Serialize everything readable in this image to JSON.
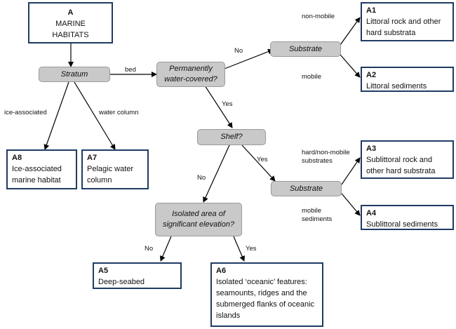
{
  "habitats": {
    "A": {
      "code": "A",
      "label": "MARINE HABITATS"
    },
    "A1": {
      "code": "A1",
      "label": "Littoral rock and other hard substrata"
    },
    "A2": {
      "code": "A2",
      "label": "Littoral sediments"
    },
    "A3": {
      "code": "A3",
      "label": "Sublittoral rock and other hard substrata"
    },
    "A4": {
      "code": "A4",
      "label": "Sublittoral sediments"
    },
    "A5": {
      "code": "A5",
      "label": "Deep-seabed"
    },
    "A6": {
      "code": "A6",
      "label": "Isolated ‘oceanic’ features: seamounts, ridges and the submerged flanks of oceanic islands"
    },
    "A7": {
      "code": "A7",
      "label": "Pelagic water column"
    },
    "A8": {
      "code": "A8",
      "label": "Ice-associated marine habitat"
    }
  },
  "decisions": {
    "stratum": "Stratum",
    "permanently_water_covered": "Permanently water-covered?",
    "substrate_top": "Substrate",
    "shelf": "Shelf?",
    "substrate_bottom": "Substrate",
    "isolated_area": "Isolated area of significant elevation?"
  },
  "edge_labels": {
    "bed": "bed",
    "ice_associated": "ice-associated",
    "water_column": "water column",
    "no_1": "No",
    "non_mobile": "non-mobile",
    "mobile": "mobile",
    "yes_1": "Yes",
    "yes_2": "Yes",
    "hard_non_mobile_substrates": "hard/non-mobile substrates",
    "mobile_sediments": "mobile sediments",
    "no_2": "No",
    "no_3": "No",
    "yes_3": "Yes"
  },
  "colors": {
    "box_border": "#1f3b63",
    "decision_fill": "#c9c9c9",
    "line": "#000000"
  }
}
